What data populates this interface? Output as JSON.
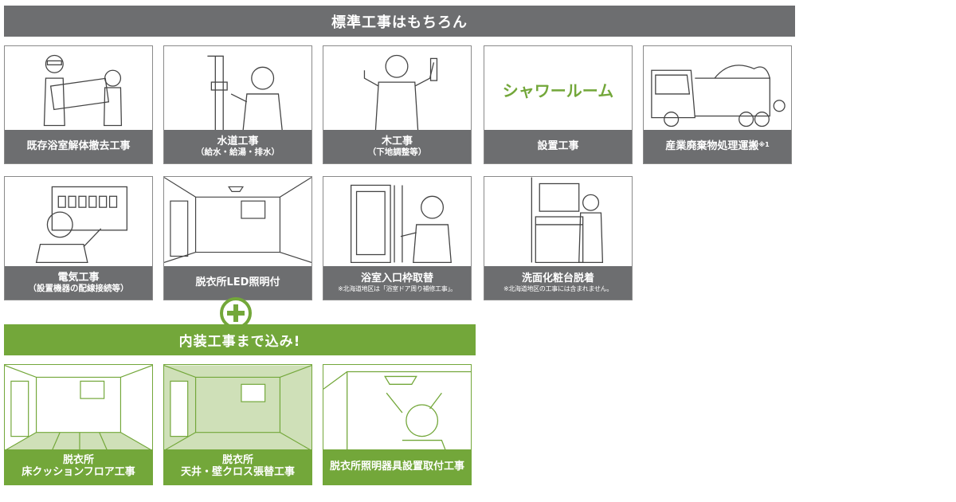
{
  "header": {
    "standard_title": "標準工事はもちろん"
  },
  "row1": [
    {
      "main": "既存浴室解体撤去工事",
      "sub": ""
    },
    {
      "main": "水道工事",
      "sub": "（給水・給湯・排水）"
    },
    {
      "main": "木工事",
      "sub": "（下地調整等）"
    },
    {
      "main": "設置工事",
      "sub": ""
    },
    {
      "main": "産業廃棄物処理運搬",
      "sup": "※1"
    }
  ],
  "shower_logo": "シャワールーム",
  "row2": [
    {
      "main": "電気工事",
      "sub": "（設置機器の配線接続等）"
    },
    {
      "main": "脱衣所LED照明付",
      "sub": ""
    },
    {
      "main": "浴室入口枠取替",
      "note": "※北海道地区は「浴室ドア周り補修工事」。"
    },
    {
      "main": "洗面化粧台脱着",
      "note": "※北海道地区の工事には含まれません。"
    }
  ],
  "interior": {
    "title": "内装工事まで込み!"
  },
  "row3": [
    {
      "main": "脱衣所",
      "sub": "床クッションフロア工事"
    },
    {
      "main": "脱衣所",
      "sub": "天井・壁クロス張替工事"
    },
    {
      "main": "脱衣所照明器具設置取付工事",
      "sub": ""
    }
  ],
  "colors": {
    "gray": "#6d6e70",
    "green": "#73a73a",
    "light_green": "#cfe0b8"
  }
}
